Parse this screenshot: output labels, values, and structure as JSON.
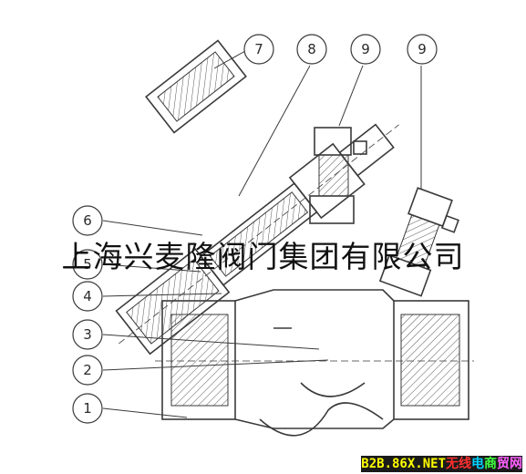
{
  "callouts": [
    {
      "id": "c7",
      "label": "7"
    },
    {
      "id": "c8",
      "label": "8"
    },
    {
      "id": "c9a",
      "label": "9"
    },
    {
      "id": "c9b",
      "label": "9"
    },
    {
      "id": "c6",
      "label": "6"
    },
    {
      "id": "c5",
      "label": "5"
    },
    {
      "id": "c4",
      "label": "4"
    },
    {
      "id": "c3",
      "label": "3"
    },
    {
      "id": "c2",
      "label": "2"
    },
    {
      "id": "c1",
      "label": "1"
    }
  ],
  "overlay": {
    "company_name": "上海兴麦隆阀门集团有限公司"
  },
  "watermark": {
    "segments": [
      "B2B.86X.NET",
      "无线",
      "电",
      "商",
      "贸网"
    ],
    "colors": [
      "#ffff00",
      "#ff3030",
      "#00d0ff",
      "#40ff40",
      "#ff60ff"
    ],
    "background": "#1a1a1a"
  },
  "colors": {
    "line": "#3a3a3a",
    "hatch": "#555555"
  }
}
